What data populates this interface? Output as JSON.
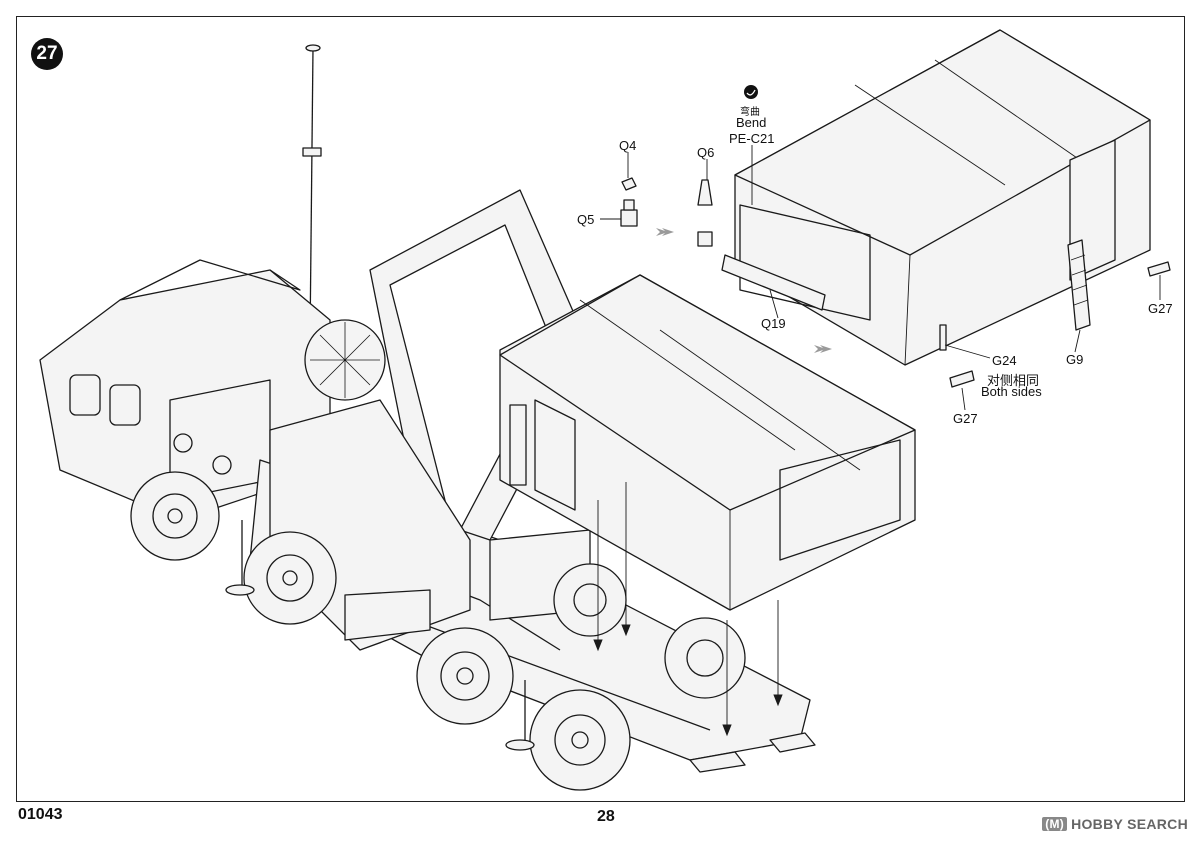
{
  "step": {
    "number": "27"
  },
  "parts": {
    "q4": "Q4",
    "q5": "Q5",
    "q6": "Q6",
    "q19": "Q19",
    "g24": "G24",
    "g9": "G9",
    "g27_right": "G27",
    "g27_bottom": "G27",
    "pe_c21": "PE-C21"
  },
  "notes": {
    "bend_cn": "弯曲",
    "bend_en": "Bend",
    "both_sides_cn": "对侧相同",
    "both_sides_en": "Both sides"
  },
  "footer": {
    "kit_number": "01043",
    "page_number": "28",
    "brand_box": "(M)",
    "brand_name": "HOBBY SEARCH"
  },
  "colors": {
    "line": "#1a1a1a",
    "fill": "#f4f4f4",
    "arrow": "#9a9a9a"
  }
}
